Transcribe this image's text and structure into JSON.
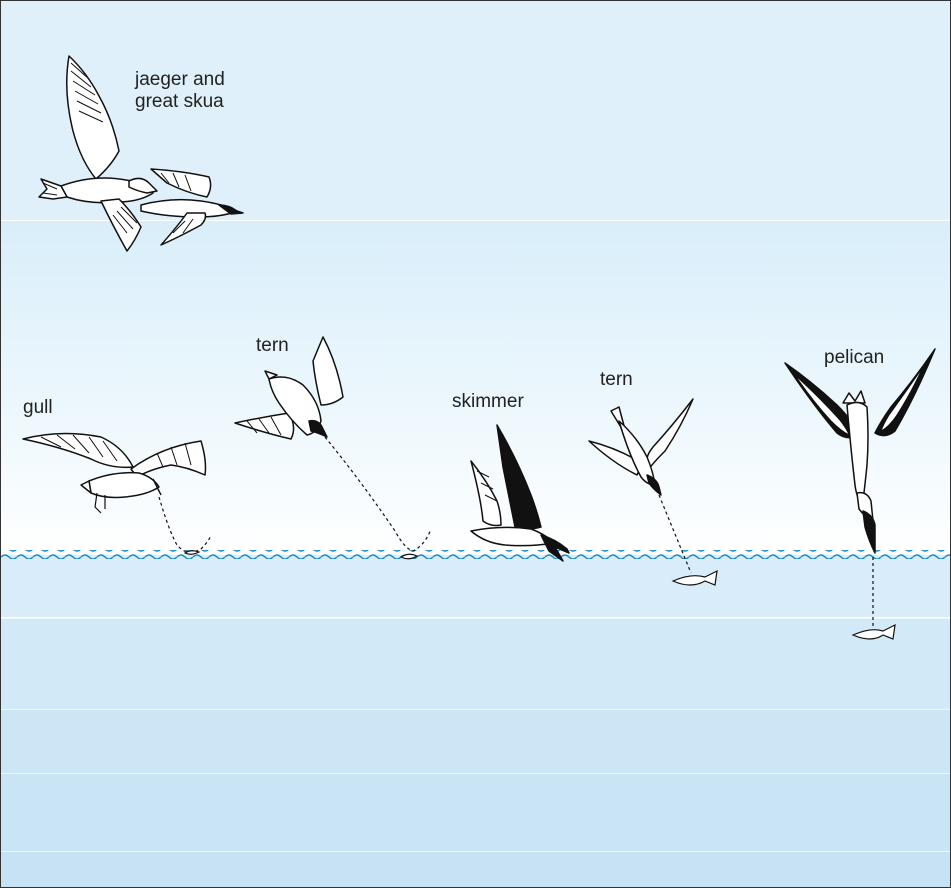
{
  "labels": {
    "jaeger": "jaeger and\ngreat skua",
    "gull": "gull",
    "tern_plunge": "tern",
    "skimmer": "skimmer",
    "tern_dive": "tern",
    "pelican": "pelican"
  },
  "colors": {
    "sky_top": "#dff0fb",
    "water_line": "#1e88c8",
    "water_bands": [
      "#d6ecf8",
      "#d0e8f6",
      "#cbe5f5",
      "#c7e3f4"
    ],
    "bird_fill": "#ffffff",
    "bird_outline": "#111111"
  }
}
